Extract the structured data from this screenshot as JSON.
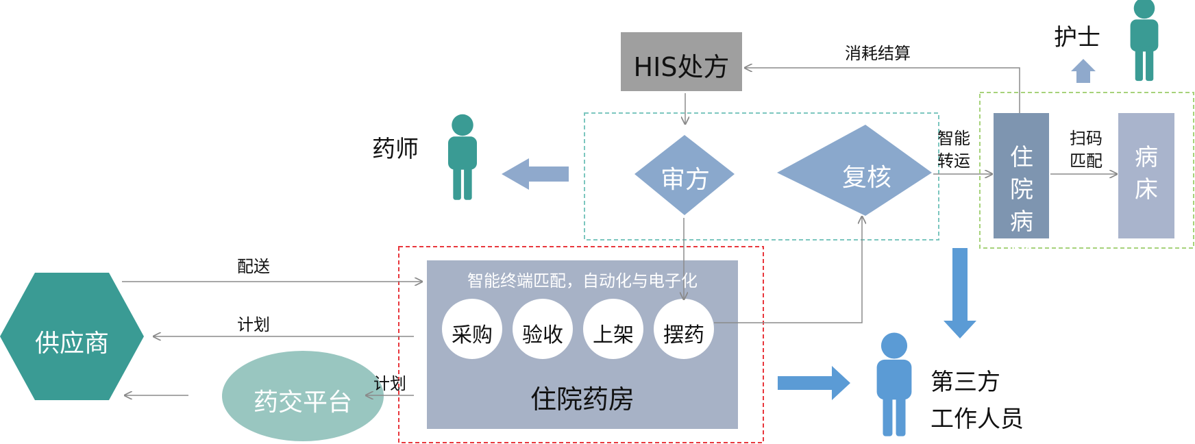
{
  "nodes": {
    "his": "HIS处方",
    "review": "审方",
    "recheck": "复核",
    "ward": "住院病区",
    "bed": "病床",
    "pharmacy": "住院药房",
    "pharmacy_banner": "智能终端匹配，自动化与电子化",
    "steps": [
      "采购",
      "验收",
      "上架",
      "摆药"
    ],
    "supplier": "供应商",
    "platform": "药交平台"
  },
  "actors": {
    "pharmacist": "药师",
    "nurse": "护士",
    "third_party_line1": "第三方",
    "third_party_line2": "工作人员"
  },
  "edge_labels": {
    "consumption_settlement": "消耗结算",
    "smart_transfer_line1": "智能",
    "smart_transfer_line2": "转运",
    "scan_match_line1": "扫码",
    "scan_match_line2": "匹配",
    "delivery": "配送",
    "plan_supplier": "计划",
    "plan_platform": "计划"
  },
  "colors": {
    "teal": "#3a9b94",
    "light_teal": "#99c6c0",
    "diamond": "#8aa8cc",
    "ward_box": "#7e95b0",
    "bed_box": "#a9b4cc",
    "pharmacy_box": "#a7b2c6",
    "his_box": "#9f9f9f",
    "blue_arrow": "#5b9bd5",
    "pale_arrow": "#8fa9cc"
  }
}
